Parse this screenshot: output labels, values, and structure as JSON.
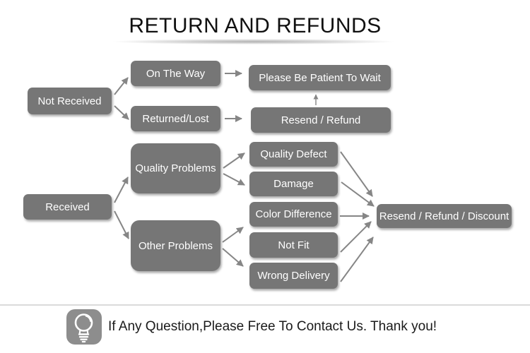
{
  "title": "RETURN AND REFUNDS",
  "nodes": {
    "not_received": "Not Received",
    "on_the_way": "On The Way",
    "returned_lost": "Returned/Lost",
    "please_wait": "Please Be Patient To Wait",
    "resend_refund": "Resend / Refund",
    "received": "Received",
    "quality_problems": "Quality Problems",
    "other_problems": "Other Problems",
    "quality_defect": "Quality Defect",
    "damage": "Damage",
    "color_difference": "Color Difference",
    "not_fit": "Not Fit",
    "wrong_delivery": "Wrong Delivery",
    "resend_refund_discount": "Resend / Refund / Discount"
  },
  "edges": [
    {
      "from": "Not Received",
      "to": "On The Way"
    },
    {
      "from": "Not Received",
      "to": "Returned/Lost"
    },
    {
      "from": "On The Way",
      "to": "Please Be Patient To Wait"
    },
    {
      "from": "Returned/Lost",
      "to": "Resend / Refund"
    },
    {
      "from": "Resend / Refund",
      "to": "Please Be Patient To Wait"
    },
    {
      "from": "Received",
      "to": "Quality Problems"
    },
    {
      "from": "Received",
      "to": "Other Problems"
    },
    {
      "from": "Quality Problems",
      "to": "Quality Defect"
    },
    {
      "from": "Quality Problems",
      "to": "Damage"
    },
    {
      "from": "Other Problems",
      "to": "Color Difference"
    },
    {
      "from": "Other Problems",
      "to": "Wrong Delivery"
    },
    {
      "from": "Quality Defect",
      "to": "Resend / Refund / Discount"
    },
    {
      "from": "Damage",
      "to": "Resend / Refund / Discount"
    },
    {
      "from": "Color Difference",
      "to": "Resend / Refund / Discount"
    },
    {
      "from": "Not Fit",
      "to": "Resend / Refund / Discount"
    },
    {
      "from": "Wrong Delivery",
      "to": "Resend / Refund / Discount"
    }
  ],
  "footer": {
    "icon": "lightbulb-icon",
    "message": "If Any Question,Please Free To Contact Us. Thank you!"
  },
  "colors": {
    "node_fill": "#767676",
    "node_text": "#ffffff",
    "arrow": "#868686",
    "title_text": "#101010",
    "divider": "#dadada",
    "icon_bg": "#8d8d8d",
    "footer_text": "#1a1a1a"
  }
}
